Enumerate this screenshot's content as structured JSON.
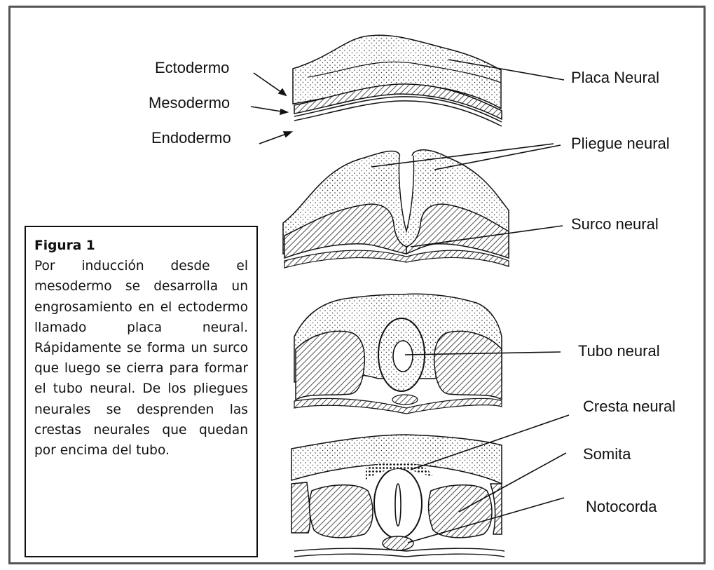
{
  "figure": {
    "labels": {
      "ectodermo": "Ectodermo",
      "mesodermo": "Mesodermo",
      "endodermo": "Endodermo",
      "placa_neural": "Placa Neural",
      "pliegue_neural": "Pliegue neural",
      "surco_neural": "Surco neural",
      "tubo_neural": "Tubo neural",
      "cresta_neural": "Cresta neural",
      "somita": "Somita",
      "notocorda": "Notocorda"
    },
    "caption": {
      "title": "Figura 1",
      "body": "Por inducción desde el mesodermo se desarrolla un engrosamiento en el ectodermo llamado placa neural. Rápidamente se forma un surco que luego se cierra para formar el tubo neural. De los pliegues neurales se desprenden las crestas neurales que quedan por encima del tubo."
    },
    "colors": {
      "border": "#555555",
      "ink": "#111111"
    }
  }
}
